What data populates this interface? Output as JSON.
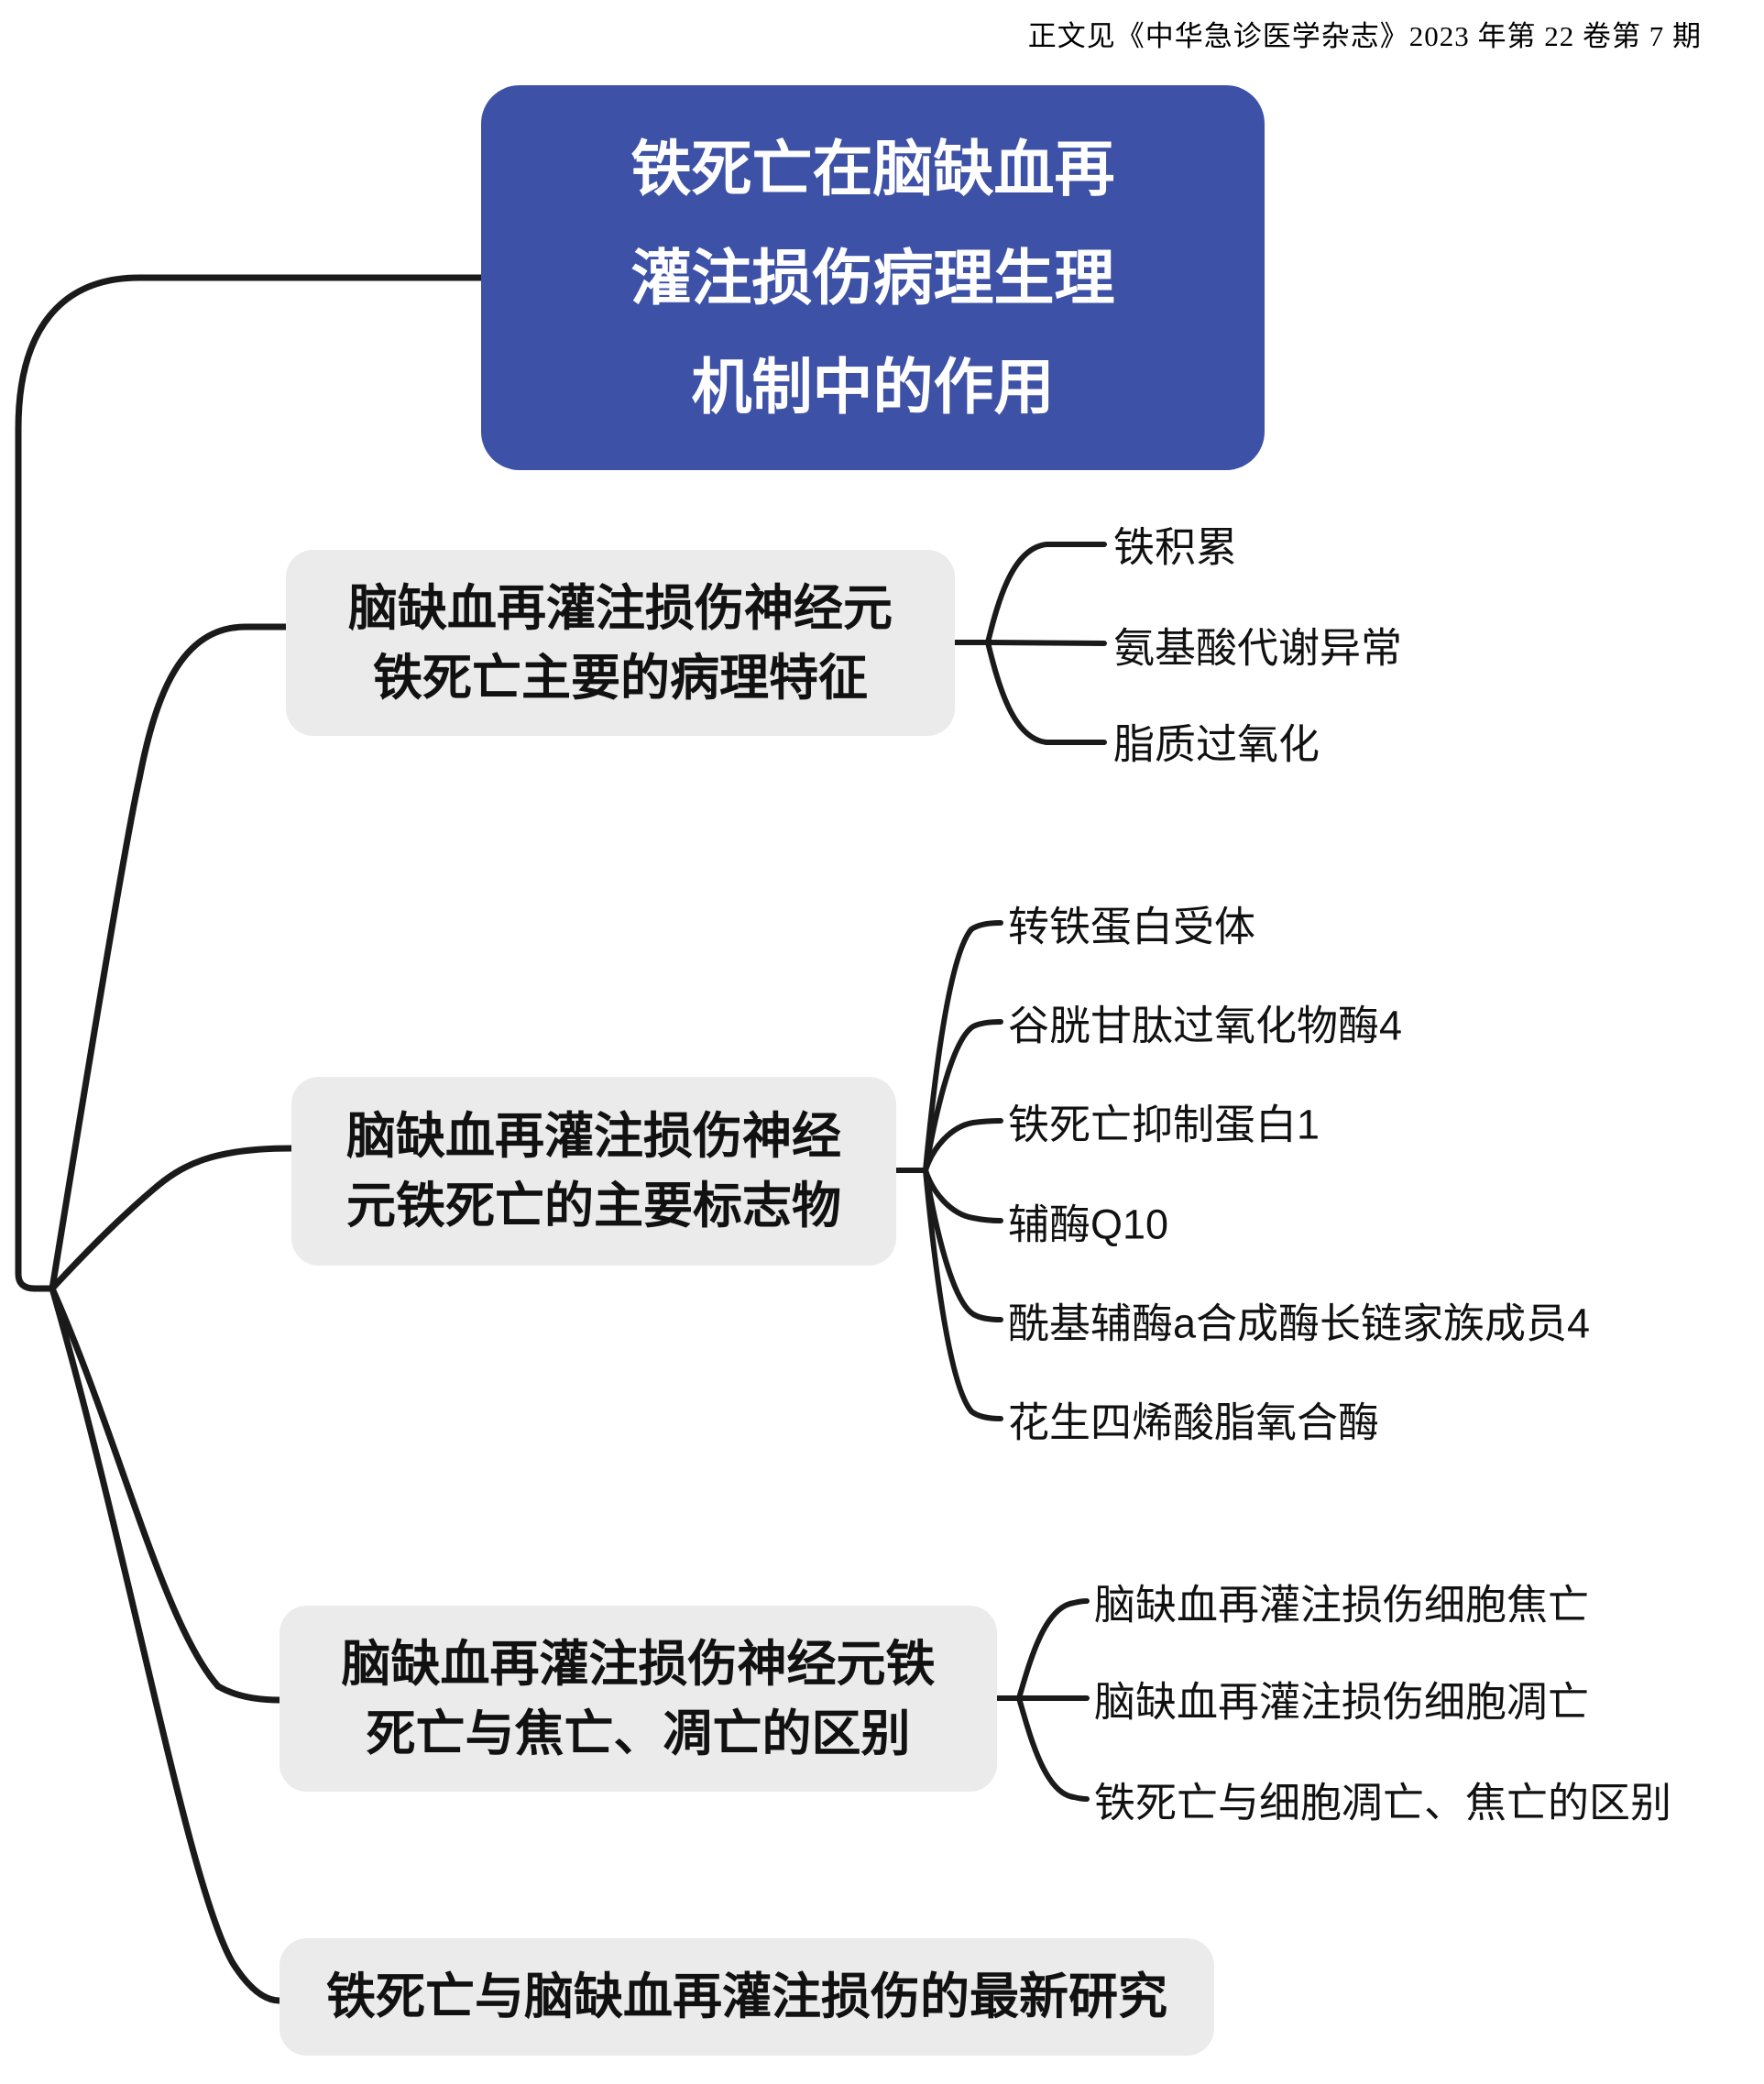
{
  "header": {
    "citation": "正文见《中华急诊医学杂志》2023 年第 22 卷第 7 期"
  },
  "colors": {
    "accent_blue": "#3D51A6",
    "node_gray": "#EBEBEB",
    "line_black": "#1A1A1A",
    "text_black": "#111111"
  },
  "root": {
    "lines": [
      "铁死亡在脑缺血再",
      "灌注损伤病理生理",
      "机制中的作用"
    ]
  },
  "branches": [
    {
      "title_lines": [
        "脑缺血再灌注损伤神经元",
        "铁死亡主要的病理特征"
      ],
      "children": [
        "铁积累",
        "氨基酸代谢异常",
        "脂质过氧化"
      ]
    },
    {
      "title_lines": [
        "脑缺血再灌注损伤神经",
        "元铁死亡的主要标志物"
      ],
      "children": [
        "转铁蛋白受体",
        "谷胱甘肽过氧化物酶4",
        "铁死亡抑制蛋白1",
        "辅酶Q10",
        "酰基辅酶a合成酶长链家族成员4",
        "花生四烯酸脂氧合酶"
      ]
    },
    {
      "title_lines": [
        "脑缺血再灌注损伤神经元铁",
        "死亡与焦亡、凋亡的区别"
      ],
      "children": [
        "脑缺血再灌注损伤细胞焦亡",
        "脑缺血再灌注损伤细胞凋亡",
        "铁死亡与细胞凋亡、焦亡的区别"
      ]
    },
    {
      "title_lines": [
        "铁死亡与脑缺血再灌注损伤的最新研究"
      ],
      "children": []
    }
  ]
}
